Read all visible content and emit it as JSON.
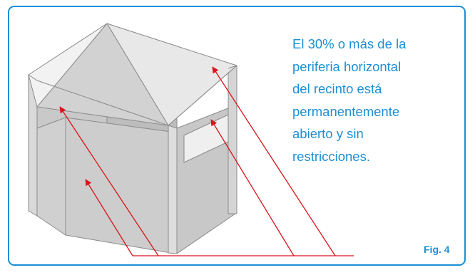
{
  "figure": {
    "caption_lines": [
      "El 30% o más de la",
      "periferia horizontal",
      "del recinto está",
      "permanentemente",
      "abierto y sin",
      "restricciones."
    ],
    "label": "Fig. 4"
  },
  "colors": {
    "border": "#1a8fd6",
    "text_accent": "#1d8fd4",
    "arrow": "#d8141c",
    "roof_light": "#e9e9e9",
    "roof_mid": "#d6d6d6",
    "wall": "#cfcfcf",
    "outline": "#8a8a8a"
  }
}
